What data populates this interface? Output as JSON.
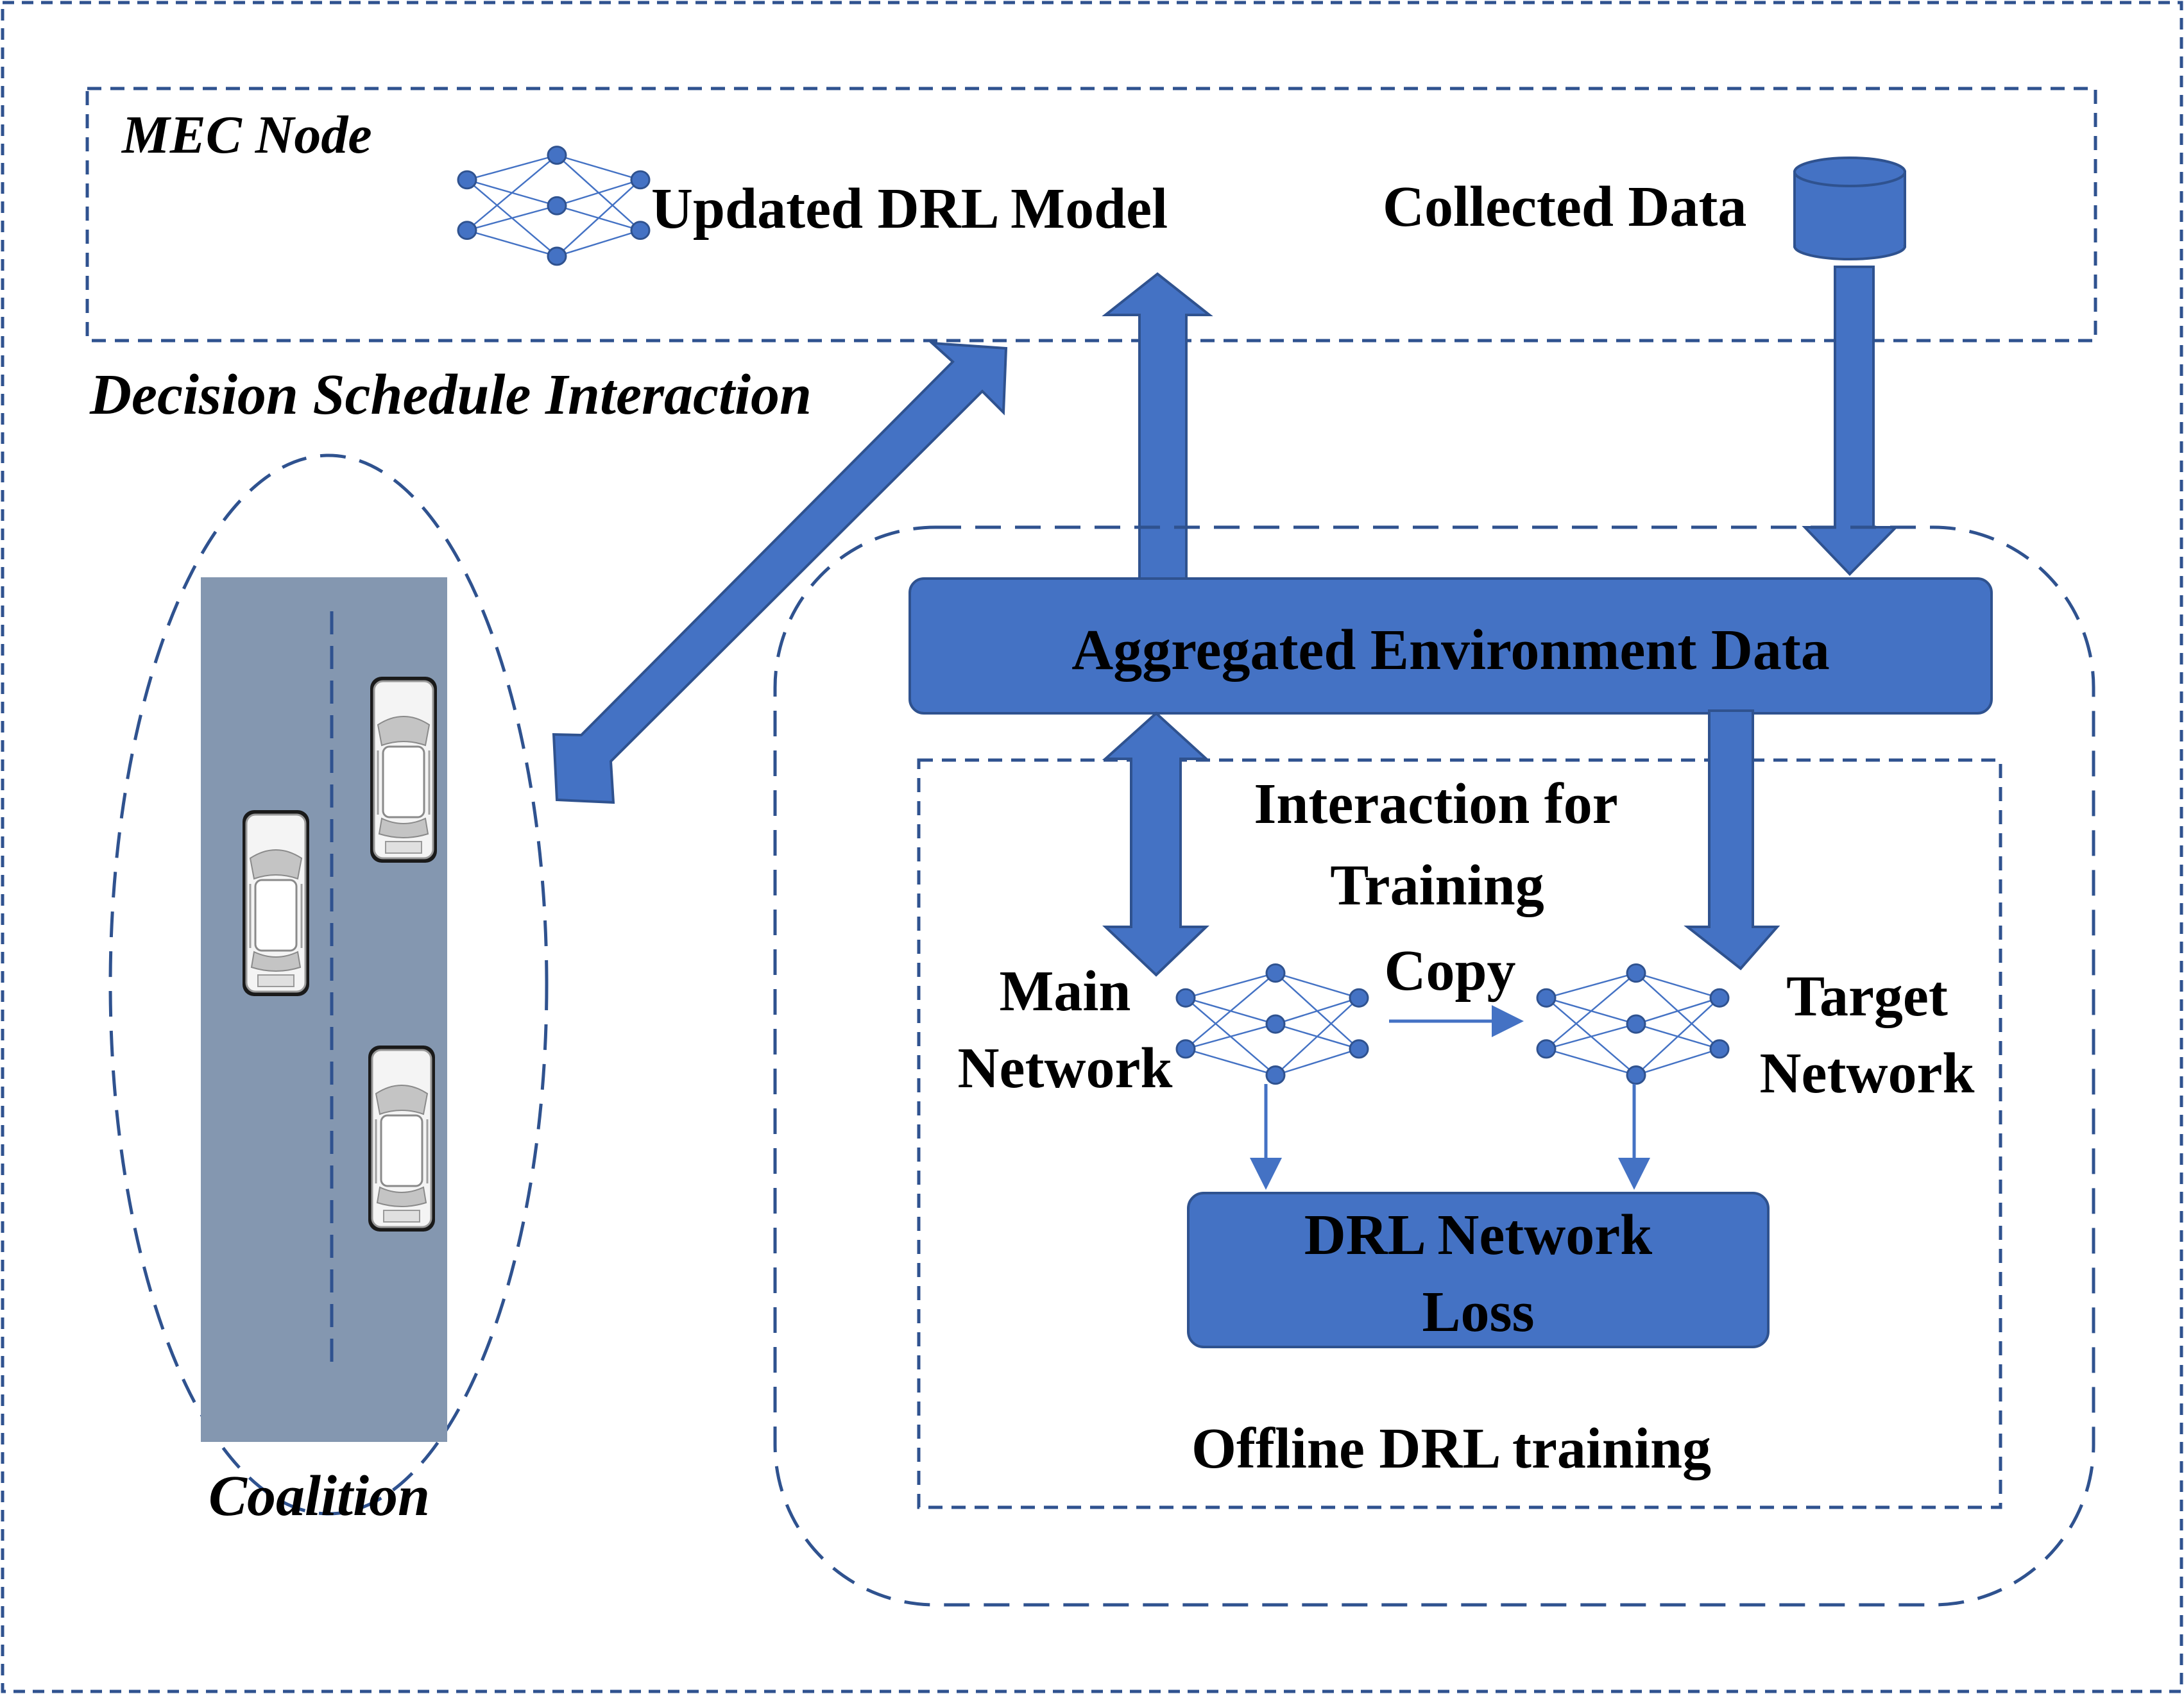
{
  "colors": {
    "accent": "#4472C4",
    "outline_dark": "#2F528F",
    "road": "#8497B0",
    "background": "#FFFFFF",
    "text": "#000000"
  },
  "mec_node": {
    "title": "MEC Node",
    "model_label": "Updated DRL Model",
    "data_label": "Collected Data",
    "model_icon": "neural-network-icon",
    "data_icon": "database-cylinder-icon"
  },
  "interaction": {
    "decision_label": "Decision Schedule Interaction"
  },
  "coalition": {
    "label": "Coalition",
    "vehicle_icon": "car-top-view-icon",
    "vehicle_count": 3
  },
  "training": {
    "aggregated_label": "Aggregated Environment Data",
    "interaction_label_line1": "Interaction for",
    "interaction_label_line2": "Training",
    "copy_label": "Copy",
    "main_label_line1": "Main",
    "main_label_line2": "Network",
    "target_label_line1": "Target",
    "target_label_line2": "Network",
    "loss_label_line1": "DRL Network",
    "loss_label_line2": "Loss",
    "offline_label": "Offline DRL training"
  }
}
